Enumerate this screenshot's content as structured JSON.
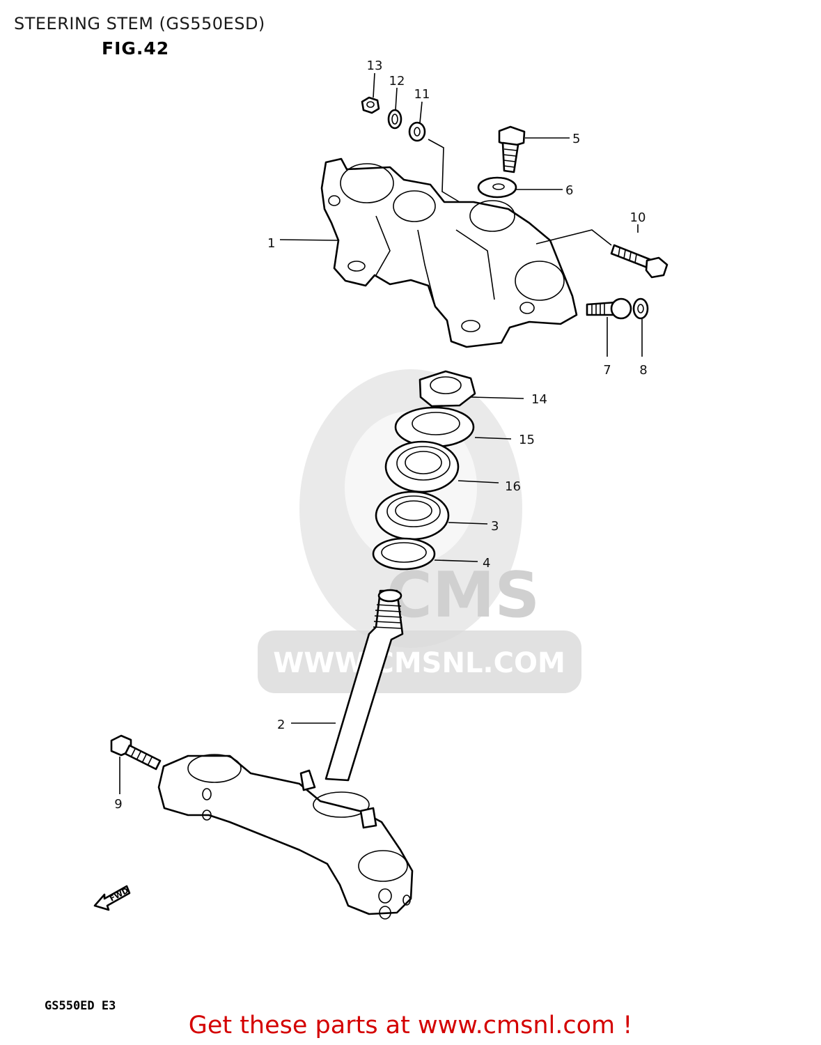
{
  "title": "STEERING STEM (GS550ESD)",
  "figure": "FIG.42",
  "model_code": "GS550ED E3",
  "cta": "Get these parts at www.cmsnl.com !",
  "watermark": {
    "brand": "CMS",
    "url": "WWW.CMSNL.COM"
  },
  "fwd_label": "FWD",
  "callouts": [
    {
      "part": "upper-bracket",
      "label": "1"
    },
    {
      "part": "steering-stem",
      "label": "2"
    },
    {
      "part": "bearing-lower",
      "label": "3"
    },
    {
      "part": "dust-seal-washer",
      "label": "4"
    },
    {
      "part": "bolt-top",
      "label": "5"
    },
    {
      "part": "washer-top",
      "label": "6"
    },
    {
      "part": "clamp-bolt-side",
      "label": "7"
    },
    {
      "part": "washer-side",
      "label": "8"
    },
    {
      "part": "clamp-bolt-lower",
      "label": "9"
    },
    {
      "part": "pinch-bolt",
      "label": "10"
    },
    {
      "part": "washer-small",
      "label": "11"
    },
    {
      "part": "lock-washer",
      "label": "12"
    },
    {
      "part": "nut",
      "label": "13"
    },
    {
      "part": "stem-nut",
      "label": "14"
    },
    {
      "part": "dust-seal",
      "label": "15"
    },
    {
      "part": "bearing-upper",
      "label": "16"
    }
  ],
  "colors": {
    "cta": "#d40000",
    "watermark": "#d9d9d9",
    "line": "#000000"
  }
}
